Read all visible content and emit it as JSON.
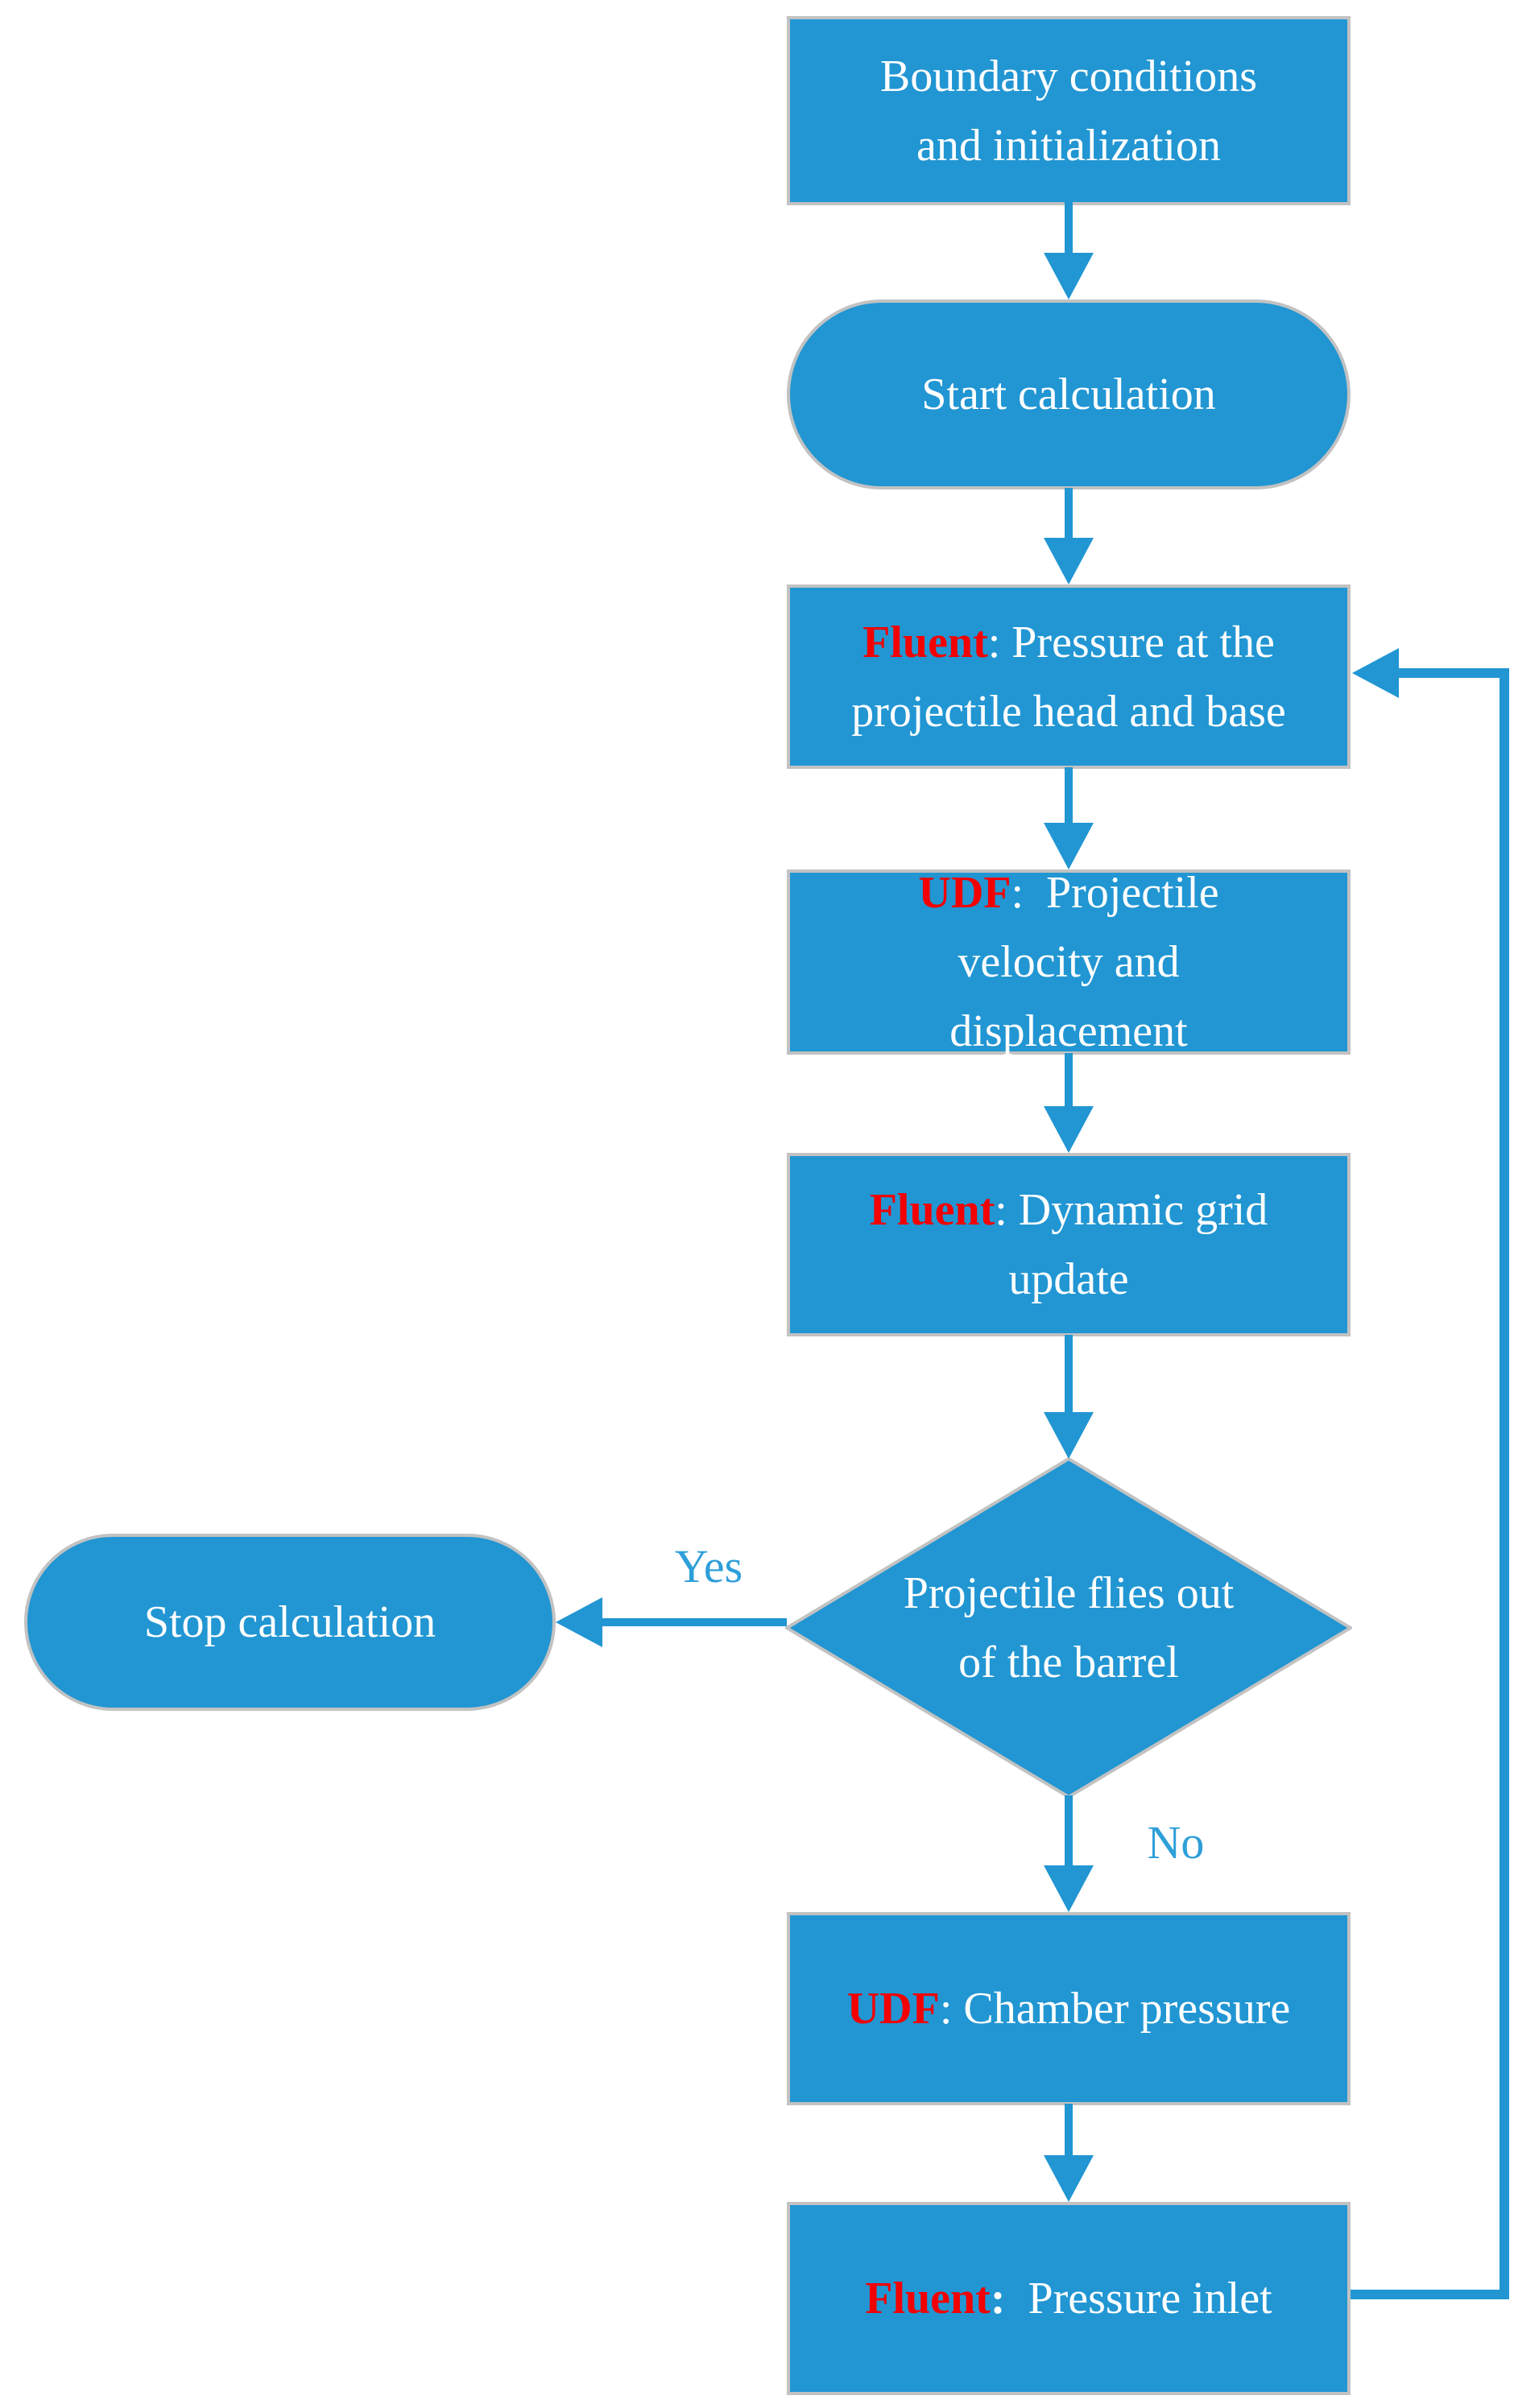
{
  "colors": {
    "shape_fill": "#2196d3",
    "shape_border": "#c2c2c2",
    "arrow": "#2196d3",
    "keyword_red": "#f30000",
    "text_white": "#ffffff",
    "label_blue": "#2e9fd9",
    "background": "#ffffff"
  },
  "nodes": [
    {
      "id": "boundary",
      "shape": "rect",
      "lines": [
        [
          {
            "t": "Boundary conditions"
          }
        ],
        [
          {
            "t": "and initialization"
          }
        ]
      ]
    },
    {
      "id": "start",
      "shape": "stadium",
      "lines": [
        [
          {
            "t": "Start calculation"
          }
        ]
      ]
    },
    {
      "id": "fluent_pressure",
      "shape": "rect",
      "lines": [
        [
          {
            "t": "Fluent",
            "k": true
          },
          {
            "t": ": Pressure at the"
          }
        ],
        [
          {
            "t": "projectile head and base"
          }
        ]
      ]
    },
    {
      "id": "udf_projectile",
      "shape": "rect",
      "lines": [
        [
          {
            "t": "UDF",
            "k": true
          },
          {
            "t": ":  Projectile"
          }
        ],
        [
          {
            "t": "velocity and"
          }
        ],
        [
          {
            "t": "displacement"
          }
        ]
      ]
    },
    {
      "id": "fluent_grid",
      "shape": "rect",
      "lines": [
        [
          {
            "t": "Fluent",
            "k": true
          },
          {
            "t": ": Dynamic grid"
          }
        ],
        [
          {
            "t": "update"
          }
        ]
      ]
    },
    {
      "id": "decision",
      "shape": "diamond",
      "lines": [
        [
          {
            "t": "Projectile flies out"
          }
        ],
        [
          {
            "t": "of the barrel"
          }
        ]
      ]
    },
    {
      "id": "stop",
      "shape": "stadium",
      "lines": [
        [
          {
            "t": "Stop calculation"
          }
        ]
      ]
    },
    {
      "id": "udf_chamber",
      "shape": "rect",
      "lines": [
        [
          {
            "t": "UDF",
            "k": true
          },
          {
            "t": ": Chamber pressure"
          }
        ]
      ]
    },
    {
      "id": "fluent_inlet",
      "shape": "rect",
      "lines": [
        [
          {
            "t": "Fluent",
            "k": true
          },
          {
            "t": ":",
            "b": true
          },
          {
            "t": "  Pressure inlet"
          }
        ]
      ]
    }
  ],
  "edge_labels": {
    "yes": "Yes",
    "no": "No"
  }
}
